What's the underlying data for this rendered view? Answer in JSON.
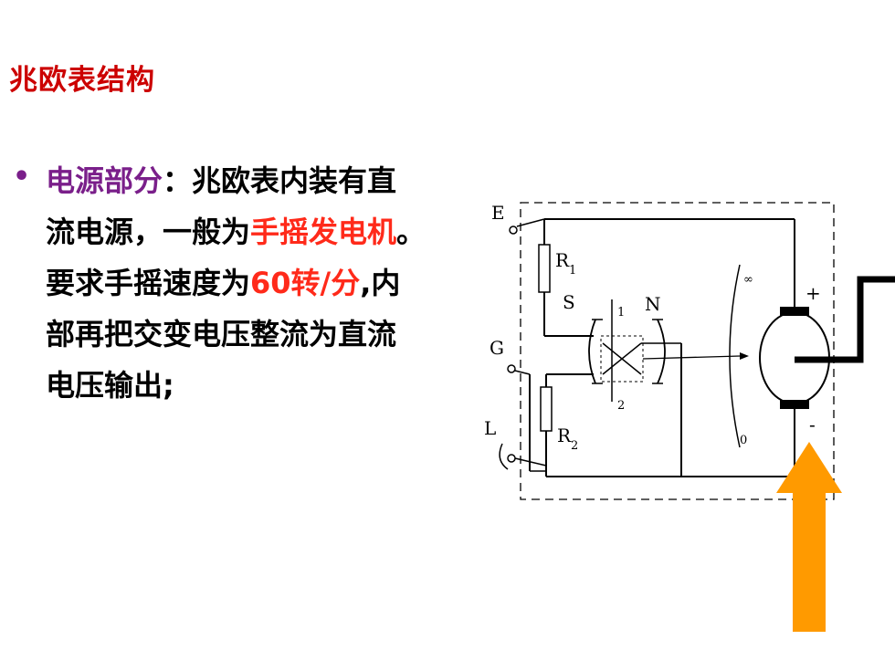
{
  "title": "兆欧表结构",
  "bullet": {
    "lines": [
      {
        "label": "电源部分",
        "text": "：兆欧表内装有直"
      },
      {
        "prefix": "流电源，一般为",
        "highlight": "手摇发电机",
        "suffix": "。"
      },
      {
        "prefix": "要求手摇速度为",
        "highlight": "60转/分",
        "suffix": ",内"
      },
      {
        "text": "部再把交变电压整流为直流"
      },
      {
        "text": "电压输出;"
      }
    ]
  },
  "diagram": {
    "labels": {
      "e": "E",
      "g": "G",
      "l": "L",
      "r": "R",
      "r1_sub": "1",
      "r2_sub": "2",
      "s": "S",
      "n": "N",
      "coil1": "1",
      "coil2": "2",
      "inf": "∞",
      "zero": "0",
      "plus": "+",
      "minus": "-"
    },
    "colors": {
      "arrow": "#ff9a00",
      "line": "#000000"
    }
  }
}
